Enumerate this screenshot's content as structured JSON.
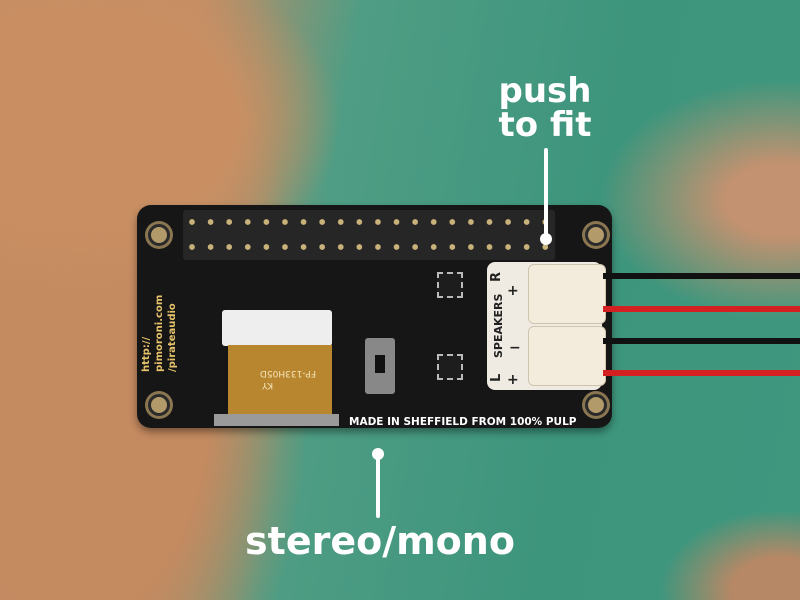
{
  "callouts": {
    "top": "push\nto fit",
    "bottom": "stereo/mono"
  },
  "board": {
    "url_lines": [
      "http://",
      "pimoroni.com",
      "/pirateaudio"
    ],
    "speakers_label": "SPEAKERS",
    "right_channel": "R",
    "left_channel": "L",
    "plus": "+",
    "minus": "−",
    "tagline": "MADE IN SHEFFIELD FROM 100% PULP",
    "ribbon_text": "FP-133H05D",
    "ribbon_text2": "KY"
  },
  "colors": {
    "green_background": "#3d957c",
    "wood": "#c58c63",
    "board": "#161616",
    "wire_red": "#d42020",
    "wire_black": "#111111"
  }
}
